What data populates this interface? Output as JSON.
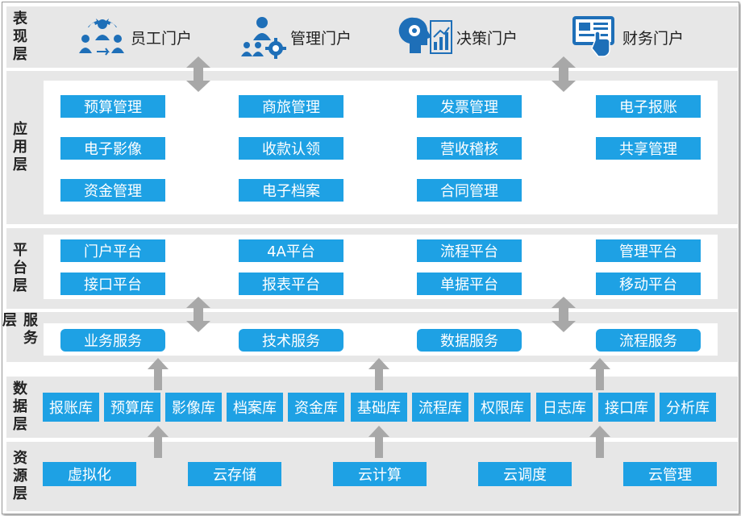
{
  "layers": {
    "presentation": "表现层",
    "application": "应用层",
    "platform": "平台层",
    "service": "服务层",
    "data": "数据层",
    "resource": "资源层"
  },
  "portals": [
    "员工门户",
    "管理门户",
    "决策门户",
    "财务门户"
  ],
  "application_modules": [
    [
      "预算管理",
      "商旅管理",
      "发票管理",
      "电子报账"
    ],
    [
      "电子影像",
      "收款认领",
      "营收稽核",
      "共享管理"
    ],
    [
      "资金管理",
      "电子档案",
      "合同管理"
    ]
  ],
  "platforms": [
    [
      "门户平台",
      "4A平台",
      "流程平台",
      "管理平台"
    ],
    [
      "接口平台",
      "报表平台",
      "单据平台",
      "移动平台"
    ]
  ],
  "services": [
    "业务服务",
    "技术服务",
    "数据服务",
    "流程服务"
  ],
  "databases": [
    "报账库",
    "预算库",
    "影像库",
    "档案库",
    "资金库",
    "基础库",
    "流程库",
    "权限库",
    "日志库",
    "接口库",
    "分析库"
  ],
  "resources": [
    "虚拟化",
    "云存储",
    "云计算",
    "云调度",
    "云管理"
  ],
  "colors": {
    "box": "#1ea1e4",
    "icon": "#1e6fb8",
    "band": "#e7e7e7",
    "arrow": "#a8a8a8"
  }
}
